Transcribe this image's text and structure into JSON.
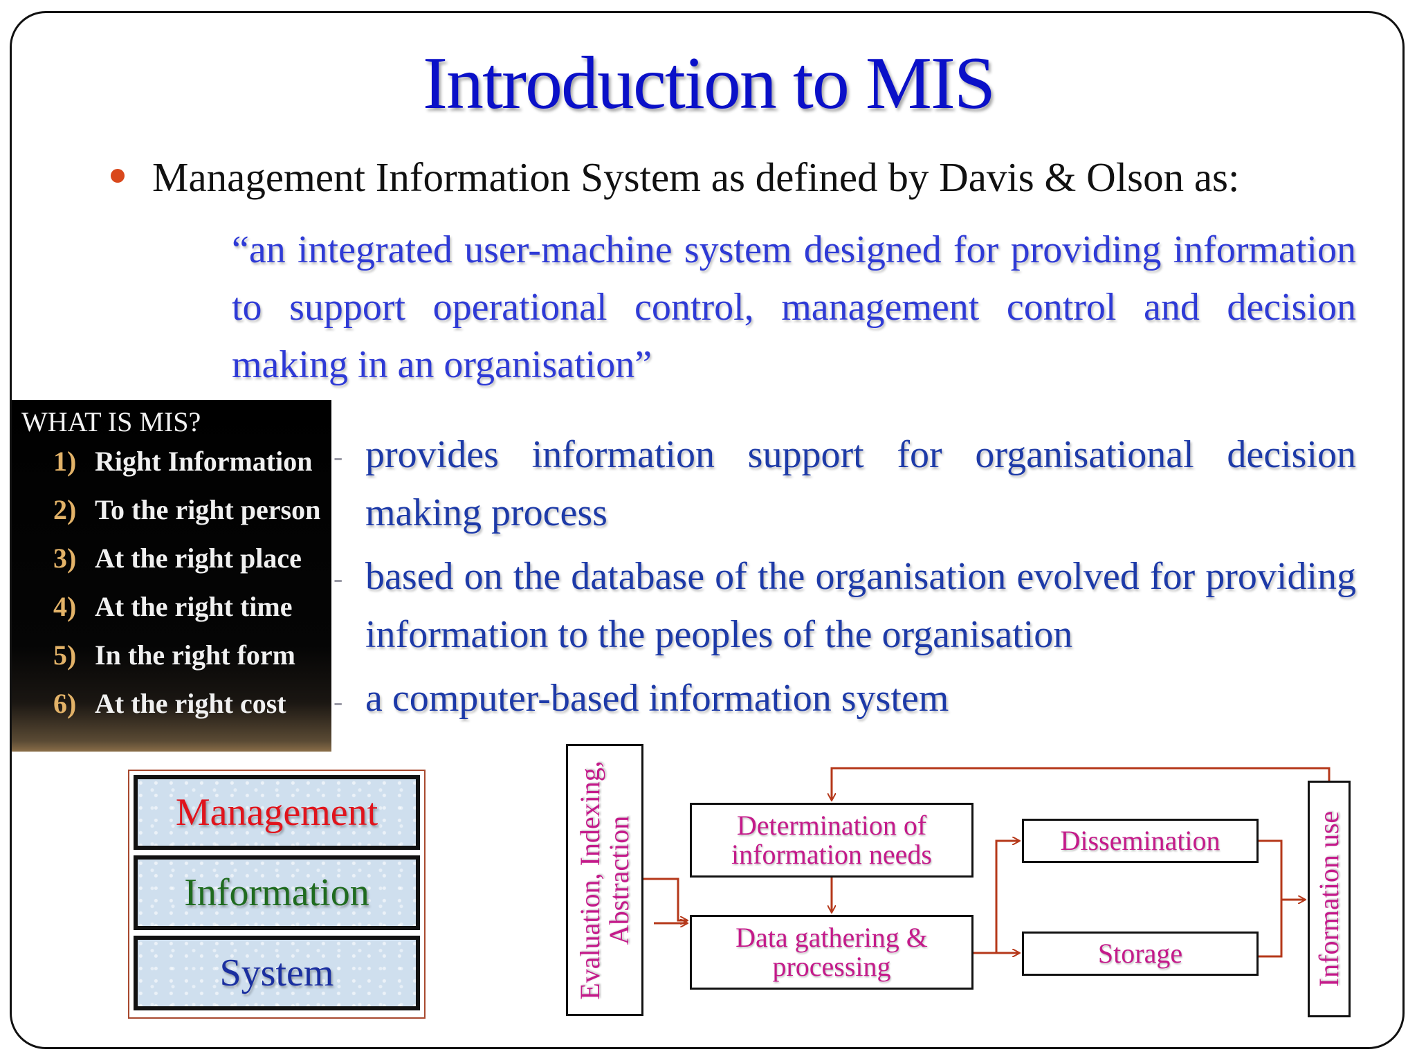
{
  "slide": {
    "title": "Introduction to MIS",
    "intro": "Management Information System as defined by Davis & Olson as:",
    "quote": "“an integrated user-machine system designed for providing information to support operational control, management control and decision making in an organisation”",
    "points": [
      "provides information support for organisational decision making process",
      "based on the database of the organisation evolved for providing information to the peoples of the organisation",
      "a computer-based information system"
    ],
    "point_dash": "-"
  },
  "what_is_mis": {
    "heading": "WHAT IS MIS?",
    "items": [
      {
        "num": "1)",
        "text": "Right Information"
      },
      {
        "num": "2)",
        "text": "To the right person"
      },
      {
        "num": "3)",
        "text": "At the right place"
      },
      {
        "num": "4)",
        "text": "At the right time"
      },
      {
        "num": "5)",
        "text": "In the right form"
      },
      {
        "num": "6)",
        "text": "At the right cost"
      }
    ]
  },
  "mis_words": {
    "management": {
      "text": "Management",
      "color": "#e0141c"
    },
    "information": {
      "text": "Information",
      "color": "#1f6b1f"
    },
    "system": {
      "text": "System",
      "color": "#1a2fa0"
    }
  },
  "diagram": {
    "left_label": "Evaluation, Indexing, Abstraction",
    "right_label": "Information use",
    "determination": "Determination of information needs",
    "data_gathering": "Data gathering & processing",
    "dissemination": "Dissemination",
    "storage": "Storage",
    "arrow_color": "#b5381a",
    "text_color": "#c41a8a"
  }
}
